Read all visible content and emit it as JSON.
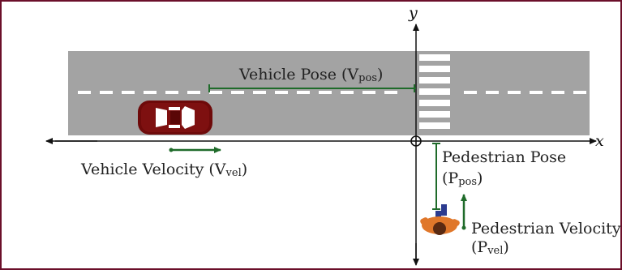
{
  "colors": {
    "frame": "#6b0f2a",
    "road": "#a3a3a3",
    "lane_dash": "#ffffff",
    "crosswalk": "#ffffff",
    "axis": "#111111",
    "arrow": "#1f6b2a",
    "car_body": "#6e0a0a",
    "car_window": "#ffffff",
    "ped_shirt": "#e0772a",
    "ped_hair": "#5a2a12",
    "ped_pants": "#2b3b8f"
  },
  "axes": {
    "x_label": "x",
    "y_label": "y"
  },
  "labels": {
    "vehicle_pose": {
      "text": "Vehicle Pose (V",
      "sub": "pos",
      "close": ")"
    },
    "vehicle_velocity": {
      "text": "Vehicle Velocity (V",
      "sub": "vel",
      "close": ")"
    },
    "pedestrian_pose": {
      "line1": "Pedestrian Pose",
      "line2_open": "(P",
      "sub": "pos",
      "close": ")"
    },
    "pedestrian_velocity": {
      "line1": "Pedestrian Velocity",
      "line2_open": "(P",
      "sub": "vel",
      "close": ")"
    }
  },
  "icons": {
    "vehicle": "car-icon",
    "pedestrian": "pedestrian-icon",
    "origin": "origin-circle-icon"
  }
}
